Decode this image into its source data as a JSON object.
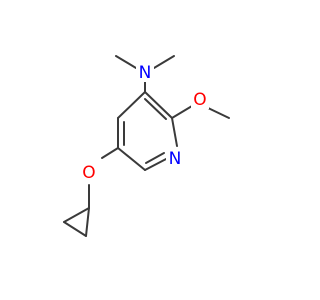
{
  "molecule": {
    "atoms": {
      "n_amine": {
        "symbol": "N",
        "color": "#0000ff"
      },
      "n_pyridine": {
        "symbol": "N",
        "color": "#0000ff"
      },
      "o_methoxy": {
        "symbol": "O",
        "color": "#ff0000"
      },
      "o_ether": {
        "symbol": "O",
        "color": "#ff0000"
      }
    },
    "bond_color": "#3a3a3a"
  }
}
